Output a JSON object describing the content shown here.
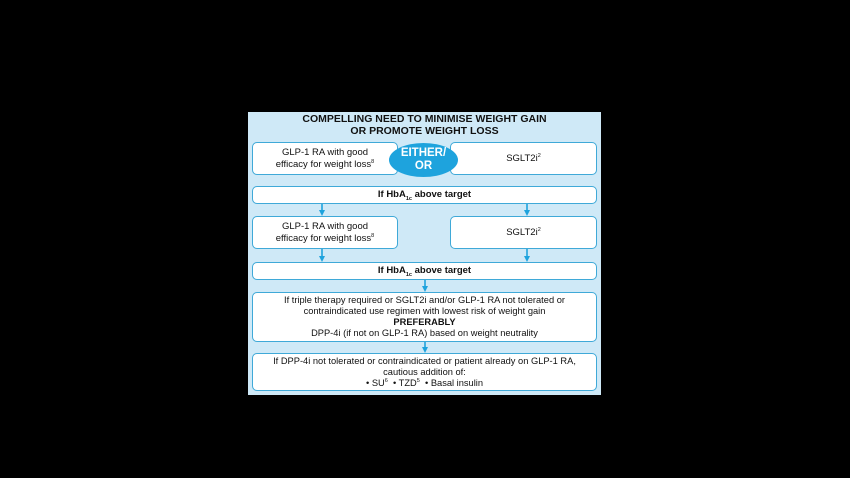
{
  "title_line1": "COMPELLING NEED TO MINIMISE WEIGHT GAIN",
  "title_line2": "OR PROMOTE WEIGHT LOSS",
  "row1": {
    "left_line1": "GLP-1 RA with good",
    "left_line2": "efficacy for weight loss",
    "left_sup": "8",
    "either_line1": "EITHER/",
    "either_line2": "OR",
    "right_text": "SGLT2i",
    "right_sup": "2"
  },
  "hba1c_bar": {
    "prefix": "If HbA",
    "sub": "1c",
    "suffix": " above target"
  },
  "row2": {
    "left_line1": "GLP-1 RA with good",
    "left_line2": "efficacy for weight loss",
    "left_sup": "8",
    "right_text": "SGLT2i",
    "right_sup": "2"
  },
  "hba1c_bar2": {
    "prefix": "If HbA",
    "sub": "1c",
    "suffix": " above target"
  },
  "triple_box": {
    "line1": "If triple therapy required or SGLT2i and/or GLP-1 RA not tolerated or",
    "line2": "contraindicated use regimen with lowest risk of weight gain",
    "line3": "PREFERABLY",
    "line4": "DPP-4i (if not on GLP-1 RA) based on weight neutrality"
  },
  "final_box": {
    "line1": "If DPP-4i not tolerated or contraindicated or patient already on GLP-1 RA,",
    "line2": "cautious addition of:",
    "bullet": "•",
    "item1": "SU",
    "item1_sup": "6",
    "item2": "TZD",
    "item2_sup": "5",
    "item3": "Basal insulin"
  },
  "colors": {
    "panel_bg": "#cfe9f7",
    "accent": "#1ea3dd",
    "border": "#3fa9d8"
  }
}
